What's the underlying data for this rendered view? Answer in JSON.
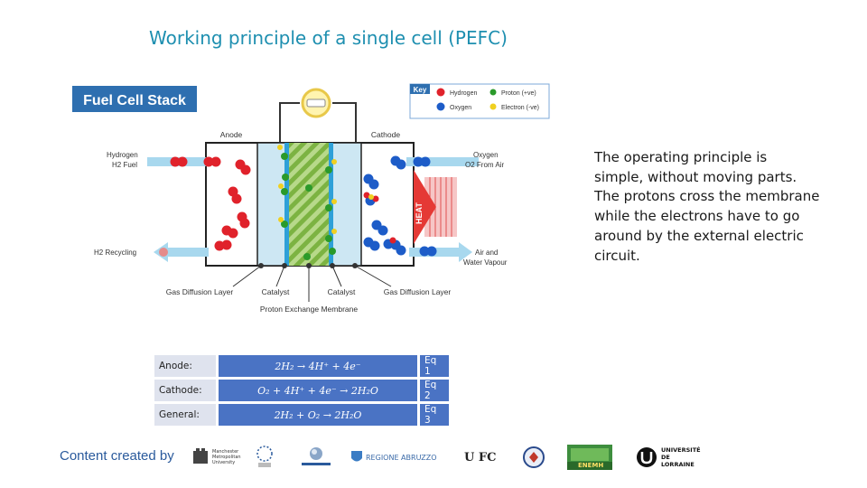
{
  "slide": {
    "title": "Working principle of a single cell (PEFC)",
    "description": "The operating principle is simple, without moving parts. The protons cross the membrane while the electrons have to go around by the external electric circuit."
  },
  "diagram": {
    "banner": "Fuel Cell Stack",
    "key_title": "Key",
    "key": [
      {
        "label": "Hydrogen",
        "color": "#e0222b"
      },
      {
        "label": "Oxygen",
        "color": "#1d5cc8"
      },
      {
        "label": "Proton (+ve)",
        "color": "#2a9a2a"
      },
      {
        "label": "Electron (-ve)",
        "color": "#f0d020"
      }
    ],
    "anode_label": "Anode",
    "cathode_label": "Cathode",
    "h2_in_1": "Hydrogen",
    "h2_in_2": "H2 Fuel",
    "h2_recycle": "H2 Recycling",
    "o2_in_1": "Oxygen",
    "o2_in_2": "O2 From Air",
    "air_out_1": "Air and",
    "air_out_2": "Water Vapour",
    "heat": "HEAT",
    "gdl_left": "Gas Diffusion Layer",
    "catalyst_left": "Catalyst",
    "catalyst_right": "Catalyst",
    "gdl_right": "Gas Diffusion Layer",
    "membrane": "Proton Exchange Membrane"
  },
  "equations": [
    {
      "label": "Anode:",
      "equation": "2H₂ → 4H⁺ + 4e⁻",
      "ref": "Eq 1"
    },
    {
      "label": "Cathode:",
      "equation": "O₂ + 4H⁺ + 4e⁻ → 2H₂O",
      "ref": "Eq 2"
    },
    {
      "label": "General:",
      "equation": "2H₂ + O₂ → 2H₂O",
      "ref": "Eq 3"
    }
  ],
  "credits": {
    "label": "Content created by",
    "logos": [
      "Manchester Metropolitan University",
      "Hydrogen logo",
      "Technofusion",
      "Regione Abruzzo",
      "UFC",
      "Université logo",
      "Enemh",
      "Université de Lorraine"
    ],
    "logo_text": {
      "mmu": "Manchester Metropolitan University",
      "abruzzo": "REGIONE ABRUZZO",
      "ufc": "U FC",
      "lorraine": "UNIVERSITÉ DE LORRAINE",
      "enemh": "ENEMH"
    }
  },
  "colors": {
    "title": "#1e8fb0",
    "banner": "#2e6fb0",
    "equation_bg": "#4a73c4",
    "hydrogen": "#e0222b",
    "oxygen": "#1d5cc8",
    "proton": "#2a9a2a",
    "electron": "#f0d020"
  }
}
